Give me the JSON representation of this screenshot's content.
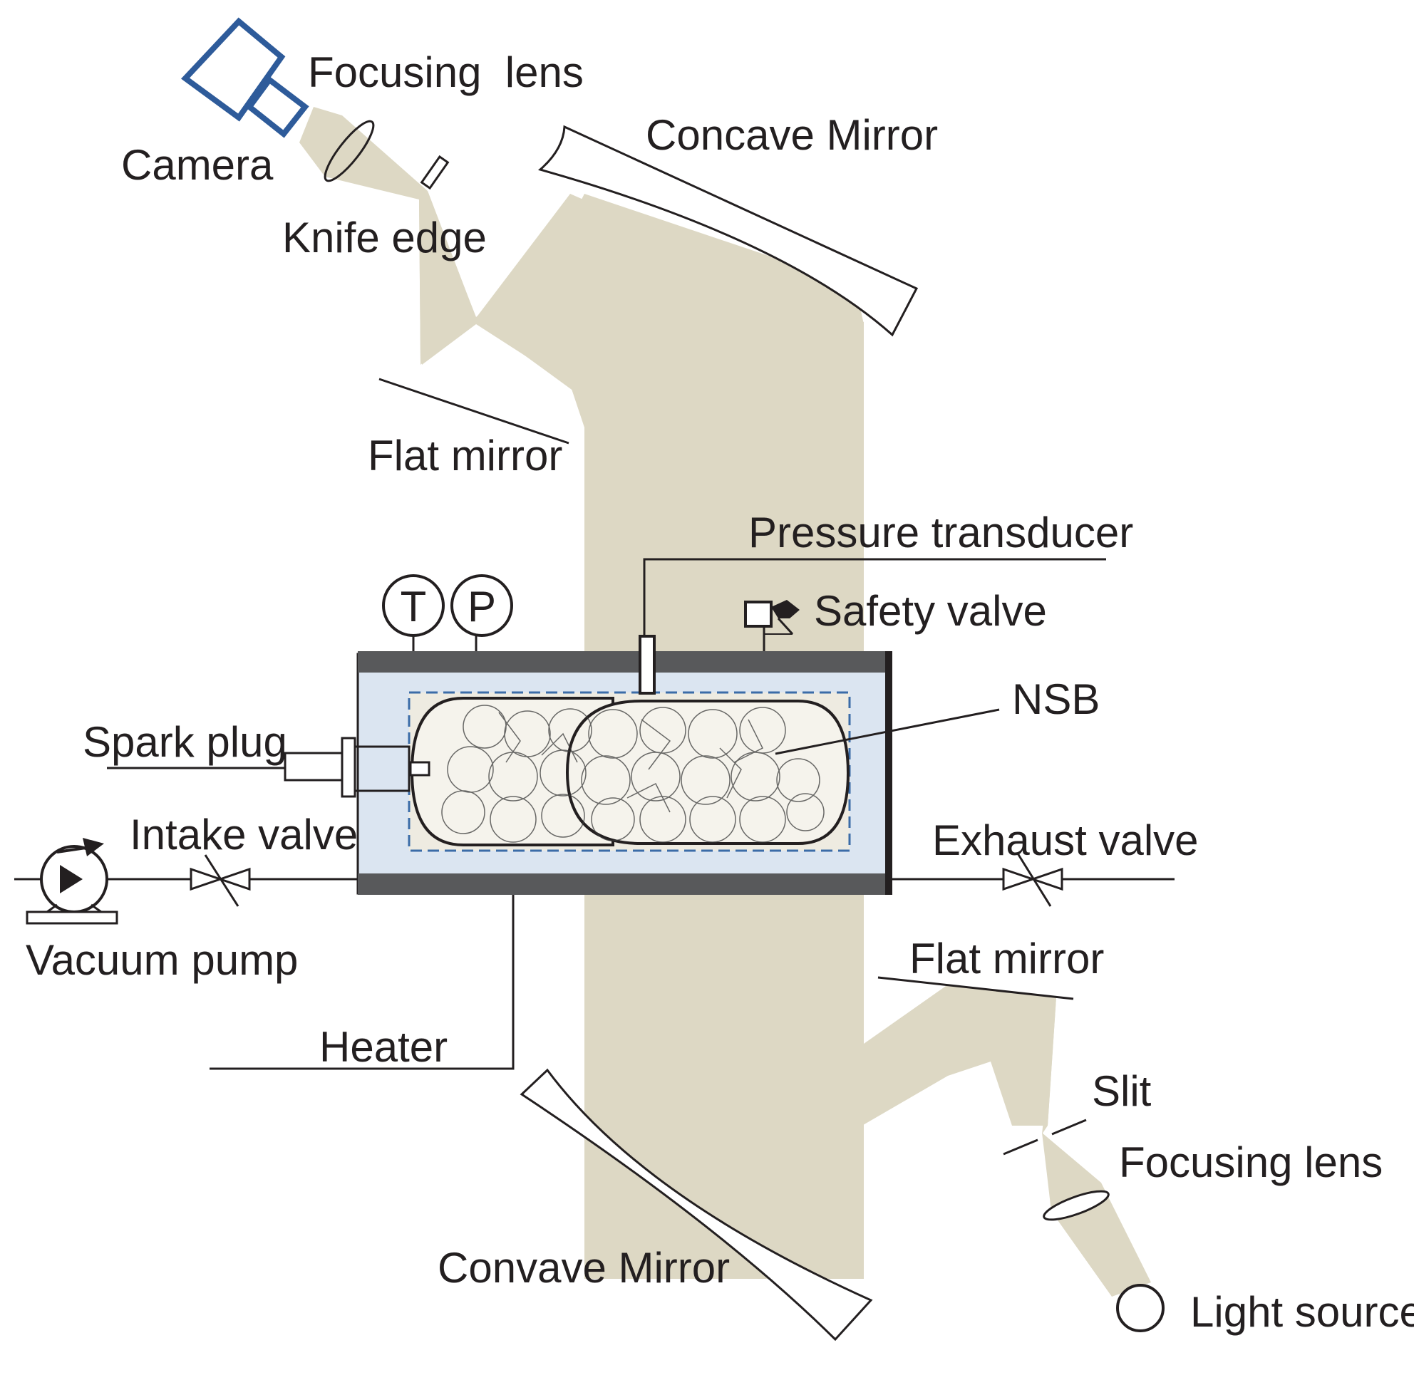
{
  "labels": {
    "focusing_lens_top": "Focusing  lens",
    "camera": "Camera",
    "knife_edge": "Knife edge",
    "concave_mirror_top": "Concave Mirror",
    "flat_mirror_top": "Flat mirror",
    "pressure_transducer": "Pressure transducer",
    "safety_valve": "Safety valve",
    "gauge_t": "T",
    "gauge_p": "P",
    "nsb": "NSB",
    "spark_plug": "Spark plug",
    "intake_valve": "Intake valve",
    "exhaust_valve": "Exhaust valve",
    "vacuum_pump": "Vacuum pump",
    "flat_mirror_bottom": "Flat mirror",
    "heater": "Heater",
    "slit": "Slit",
    "focusing_lens_bottom": "Focusing lens",
    "convave_mirror_bottom": "Convave Mirror",
    "light_source": "Light source"
  },
  "colors": {
    "beam": "#ddd8c4",
    "chamber_wall": "#58595b",
    "chamber_fill": "#dbe5f1",
    "inner_box": "#3b6ca8",
    "camera": "#2e5b9a",
    "line": "#231f20"
  }
}
